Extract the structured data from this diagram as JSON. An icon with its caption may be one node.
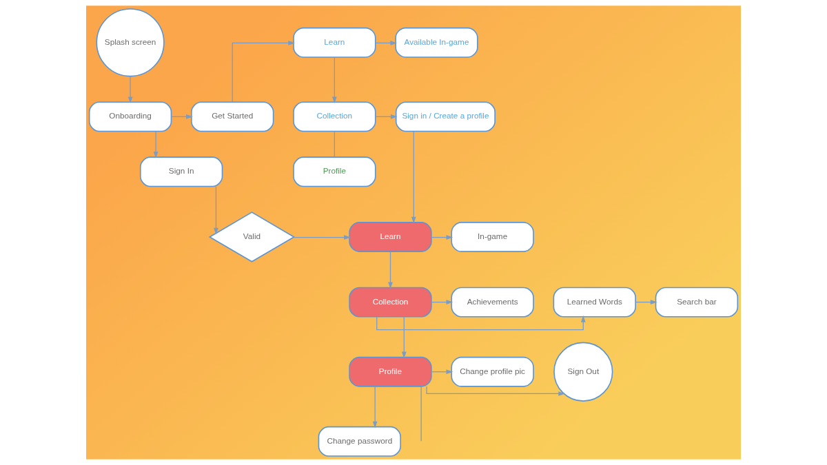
{
  "diagram": {
    "nodes": [
      {
        "text": [
          "Splash screen"
        ]
      },
      {
        "text": [
          "Onboarding"
        ]
      },
      {
        "text": [
          "Get Started"
        ]
      },
      {
        "text": [
          "Learn"
        ]
      },
      {
        "text": [
          "Available In-game"
        ]
      },
      {
        "text": [
          "Collection"
        ]
      },
      {
        "text": [
          "Sign in / Create a profile"
        ]
      },
      {
        "text": [
          "Sign In"
        ]
      },
      {
        "text": [
          "Profile"
        ]
      },
      {
        "text": [
          "Valid"
        ]
      },
      {
        "text": [
          "Learn"
        ]
      },
      {
        "text": [
          "In-game"
        ]
      },
      {
        "text": [
          "Collection"
        ]
      },
      {
        "text": [
          "Achievements"
        ]
      },
      {
        "text": [
          "Learned Words"
        ]
      },
      {
        "text": [
          "Search bar"
        ]
      },
      {
        "text": [
          "Profile"
        ]
      },
      {
        "text": [
          "Change profile pic"
        ]
      },
      {
        "text": [
          "Sign Out"
        ]
      },
      {
        "text": [
          "Change password"
        ]
      }
    ],
    "edges": [
      {
        "from": 0,
        "to": 1,
        "arrow": "to"
      },
      {
        "from": 1,
        "to": 2,
        "arrow": "to"
      },
      {
        "from": 2,
        "to": 3,
        "arrow": "to"
      },
      {
        "from": 3,
        "to": 4,
        "arrow": "to"
      },
      {
        "from": 3,
        "to": 5,
        "arrow": "to"
      },
      {
        "from": 5,
        "to": 6,
        "arrow": "to"
      },
      {
        "from": 5,
        "to": 8,
        "arrow": "none"
      },
      {
        "from": 1,
        "to": 7,
        "arrow": "to"
      },
      {
        "from": 6,
        "to": 10,
        "arrow": "to"
      },
      {
        "from": 7,
        "to": 9,
        "arrow": "to"
      },
      {
        "from": 9,
        "to": 10,
        "arrow": "to"
      },
      {
        "from": 10,
        "to": 11,
        "arrow": "to"
      },
      {
        "from": 10,
        "to": 12,
        "arrow": "to"
      },
      {
        "from": 12,
        "to": 13,
        "arrow": "to"
      },
      {
        "from": 12,
        "to": 14,
        "arrow": "to"
      },
      {
        "from": 14,
        "to": 15,
        "arrow": "to"
      },
      {
        "from": 12,
        "to": 16,
        "arrow": "to"
      },
      {
        "from": 16,
        "to": 17,
        "arrow": "to"
      },
      {
        "from": 16,
        "to": 18,
        "arrow": "to"
      },
      {
        "from": 16,
        "to": 19,
        "arrow": "to"
      },
      {
        "from": 16,
        "to": null,
        "arrow": "none"
      }
    ]
  }
}
